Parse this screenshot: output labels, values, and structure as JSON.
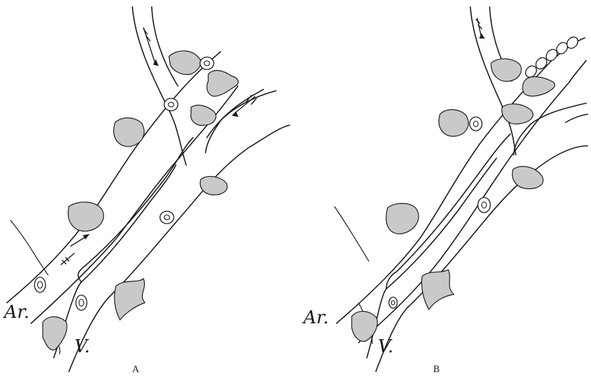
{
  "panels": [
    {
      "id": "A",
      "caption": "A",
      "artery_label": "Ar.",
      "vein_label": "V."
    },
    {
      "id": "B",
      "caption": "B",
      "artery_label": "Ar.",
      "vein_label": "V."
    }
  ],
  "colors": {
    "ink": "#1a1a1a",
    "cell_fill": "#c9c9c9",
    "background": "#ffffff"
  }
}
